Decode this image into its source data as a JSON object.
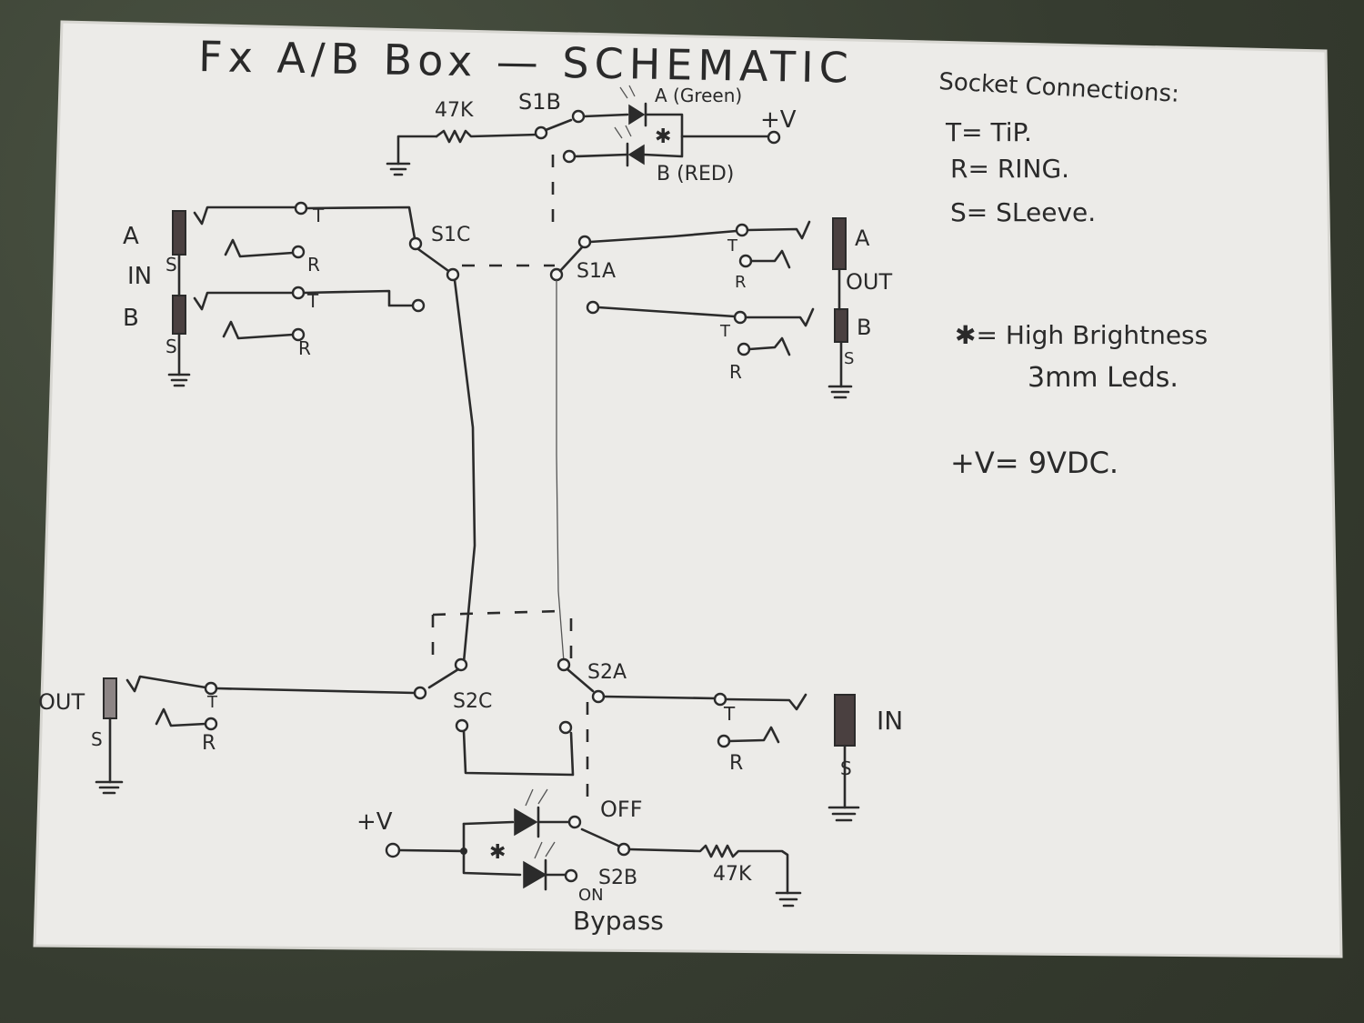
{
  "title": "Fx A/B Box — SCHEMATIC",
  "legend": {
    "heading": "Socket Connections:",
    "items": [
      "T= TiP.",
      "R= RING.",
      "S= SLeeve."
    ],
    "note_led_line1": "✱= High Brightness",
    "note_led_line2": "3mm Leds.",
    "note_voltage": "+V= 9VDC."
  },
  "labels": {
    "r_top": "47K",
    "s1b": "S1B",
    "led_a": "A (Green)",
    "led_b": "B (RED)",
    "plus_v": "+V",
    "star": "✱",
    "s1c": "S1C",
    "s1a": "S1A",
    "s2c": "S2C",
    "s2a": "S2A",
    "s2b": "S2B",
    "r_bottom": "47K",
    "off": "OFF",
    "on": "ON",
    "bypass": "Bypass",
    "in_a": "A",
    "in_word": "IN",
    "in_b": "B",
    "out_a": "A",
    "out_word": "OUT",
    "out_b": "B",
    "bypass_out": "OUT",
    "bypass_in": "IN",
    "t": "T",
    "r": "R",
    "s": "S"
  }
}
